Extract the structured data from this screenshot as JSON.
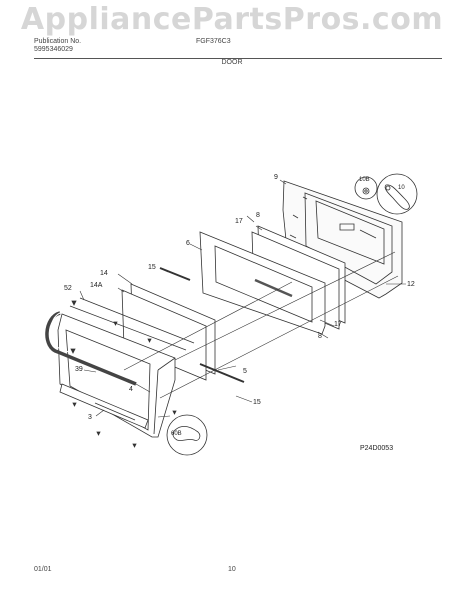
{
  "watermark": "AppliancePartsPros.com",
  "header": {
    "publication_label": "Publication No.",
    "publication_number": "5995346029",
    "model": "FGF376C3",
    "section": "DOOR"
  },
  "parts": [
    "9",
    "10B",
    "10",
    "17",
    "8",
    "6",
    "12",
    "15",
    "14",
    "14A",
    "52",
    "17",
    "8",
    "39",
    "5",
    "4",
    "3",
    "15",
    "60B"
  ],
  "diagram_code": "P24D0053",
  "footer": {
    "date": "01/01",
    "page": "10"
  }
}
